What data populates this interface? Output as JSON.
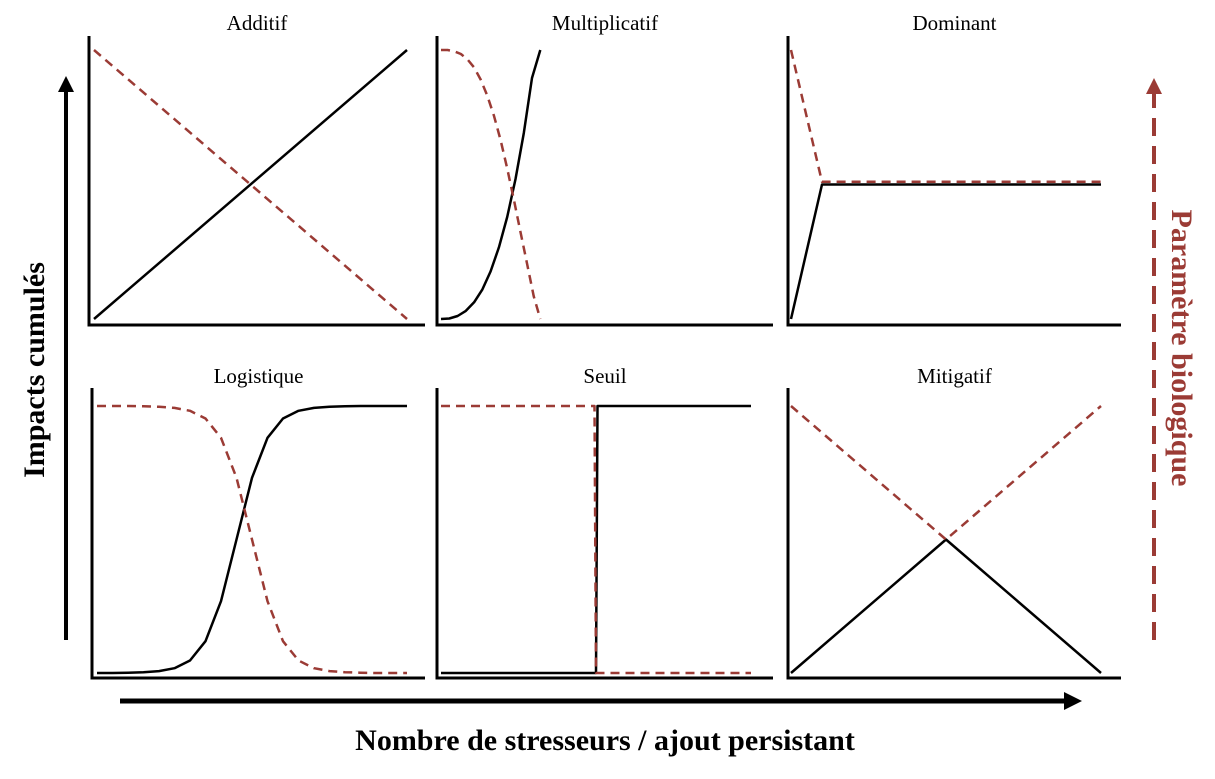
{
  "figure": {
    "x_axis_label": "Nombre de stresseurs / ajout persistant",
    "left_axis_label": "Impacts cumulés",
    "right_axis_label": "Paramètre biologique"
  },
  "colors": {
    "impacts": "#000000",
    "parameter": "#9b3b35",
    "axes": "#000000",
    "background": "#ffffff"
  },
  "chart_data": {
    "type": "line",
    "grid": false,
    "legend": "none",
    "panels": [
      {
        "title": "Additif",
        "xlim": [
          0,
          1
        ],
        "ylim": [
          0,
          1
        ],
        "series": [
          {
            "style": "solid",
            "x": [
              0,
              1
            ],
            "y": [
              0,
              1
            ]
          },
          {
            "style": "dashed",
            "x": [
              0,
              0.25,
              0.5,
              0.75,
              1
            ],
            "y": [
              1,
              0.75,
              0.5,
              0.25,
              0
            ]
          }
        ]
      },
      {
        "title": "Multiplicatif",
        "xlim": [
          0,
          1
        ],
        "ylim": [
          0,
          1
        ],
        "series": [
          {
            "style": "solid",
            "x": [
              0,
              0.025,
              0.05,
              0.075,
              0.1,
              0.125,
              0.15,
              0.175,
              0.2,
              0.225,
              0.25,
              0.275,
              0.3
            ],
            "y": [
              0,
              0.002,
              0.011,
              0.03,
              0.062,
              0.11,
              0.177,
              0.266,
              0.379,
              0.52,
              0.691,
              0.896,
              1.0
            ]
          },
          {
            "style": "dashed",
            "x": [
              0,
              0.02,
              0.04,
              0.06,
              0.08,
              0.1,
              0.12,
              0.14,
              0.16,
              0.18,
              0.2,
              0.22,
              0.24,
              0.26,
              0.28,
              0.3
            ],
            "y": [
              1.0,
              1.0,
              0.995,
              0.985,
              0.965,
              0.935,
              0.89,
              0.83,
              0.755,
              0.665,
              0.56,
              0.445,
              0.325,
              0.205,
              0.085,
              0.0
            ]
          }
        ]
      },
      {
        "title": "Dominant",
        "xlim": [
          0,
          1
        ],
        "ylim": [
          0,
          1
        ],
        "series": [
          {
            "style": "solid",
            "x": [
              0,
              0.1,
              1
            ],
            "y": [
              0,
              0.5,
              0.5
            ]
          },
          {
            "style": "dashed",
            "x": [
              0,
              0.1,
              1
            ],
            "y": [
              1,
              0.51,
              0.51
            ]
          }
        ]
      },
      {
        "title": "Logistique",
        "xlim": [
          0,
          1
        ],
        "ylim": [
          0,
          1
        ],
        "series": [
          {
            "style": "solid",
            "x": [
              0,
              0.05,
              0.1,
              0.15,
              0.2,
              0.25,
              0.3,
              0.35,
              0.4,
              0.45,
              0.5,
              0.55,
              0.6,
              0.65,
              0.7,
              0.75,
              0.8,
              0.85,
              0.9,
              0.95,
              1
            ],
            "y": [
              0.0,
              0.0,
              0.001,
              0.003,
              0.007,
              0.018,
              0.047,
              0.119,
              0.269,
              0.5,
              0.731,
              0.881,
              0.953,
              0.982,
              0.993,
              0.997,
              0.999,
              1.0,
              1.0,
              1.0,
              1.0
            ]
          },
          {
            "style": "dashed",
            "x": [
              0,
              0.05,
              0.1,
              0.15,
              0.2,
              0.25,
              0.3,
              0.35,
              0.4,
              0.45,
              0.5,
              0.55,
              0.6,
              0.65,
              0.7,
              0.75,
              0.8,
              0.85,
              0.9,
              0.95,
              1
            ],
            "y": [
              1.0,
              1.0,
              1.0,
              0.999,
              0.997,
              0.993,
              0.982,
              0.953,
              0.881,
              0.731,
              0.5,
              0.269,
              0.119,
              0.047,
              0.018,
              0.007,
              0.003,
              0.001,
              0.0,
              0.0,
              0.0
            ]
          }
        ]
      },
      {
        "title": "Seuil",
        "xlim": [
          0,
          1
        ],
        "ylim": [
          0,
          1
        ],
        "series": [
          {
            "style": "solid",
            "x": [
              0,
              0.5,
              0.505,
              1
            ],
            "y": [
              0,
              0,
              1,
              1
            ]
          },
          {
            "style": "dashed",
            "x": [
              0,
              0.495,
              0.5,
              1
            ],
            "y": [
              1,
              1,
              0,
              0
            ]
          }
        ]
      },
      {
        "title": "Mitigatif",
        "xlim": [
          0,
          1
        ],
        "ylim": [
          0,
          1
        ],
        "series": [
          {
            "style": "solid",
            "x": [
              0,
              0.5,
              1
            ],
            "y": [
              0,
              0.5,
              0
            ]
          },
          {
            "style": "dashed",
            "x": [
              0,
              0.5,
              1
            ],
            "y": [
              1,
              0.5,
              1
            ]
          }
        ]
      }
    ]
  }
}
